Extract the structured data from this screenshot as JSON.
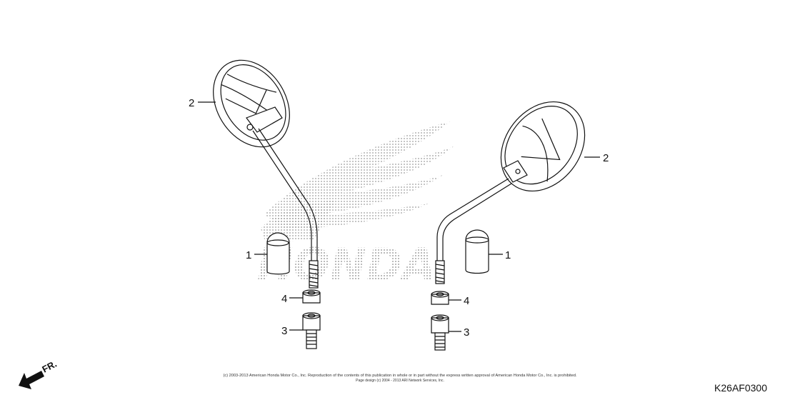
{
  "callouts": {
    "left_mirror": "2",
    "right_mirror": "2",
    "left_cap": "1",
    "right_cap": "1",
    "left_nut": "4",
    "right_nut": "4",
    "left_adapter": "3",
    "right_adapter": "3"
  },
  "watermark": {
    "text": "HONDA"
  },
  "direction": {
    "label": "FR."
  },
  "footer": {
    "copyright_line1": "(c) 2003-2013 American Honda Motor Co., Inc. Reproduction of the contents of this publication in whole or in part without the express written approval of American Honda Motor Co., Inc. is prohibited.",
    "copyright_line2": "Page design (c) 2004 - 2013 ARI Network Services, Inc.",
    "diagram_code": "K26AF0300"
  },
  "icons": {
    "direction_arrow": "front-arrow-icon"
  },
  "colors": {
    "ink": "#111111",
    "watermark": "#9a9a9a",
    "background": "#ffffff"
  }
}
